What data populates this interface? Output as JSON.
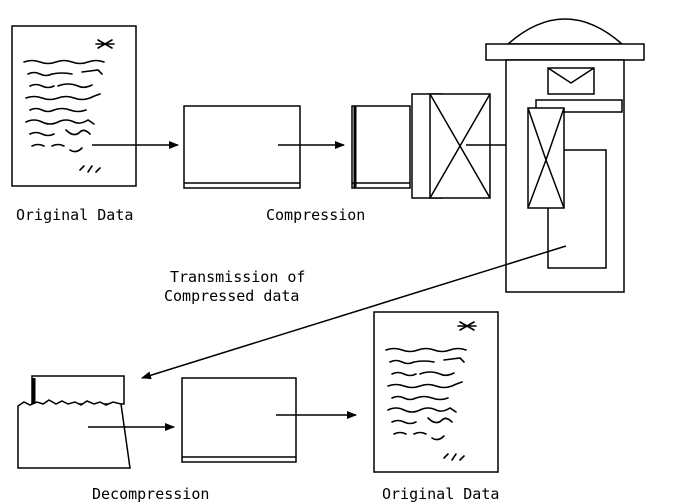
{
  "labels": {
    "original_data_top": "Original Data",
    "compression": "Compression",
    "transmission_line1": "Transmission of",
    "transmission_line2": "Compressed data",
    "decompression": "Decompression",
    "original_data_bottom": "Original Data"
  }
}
